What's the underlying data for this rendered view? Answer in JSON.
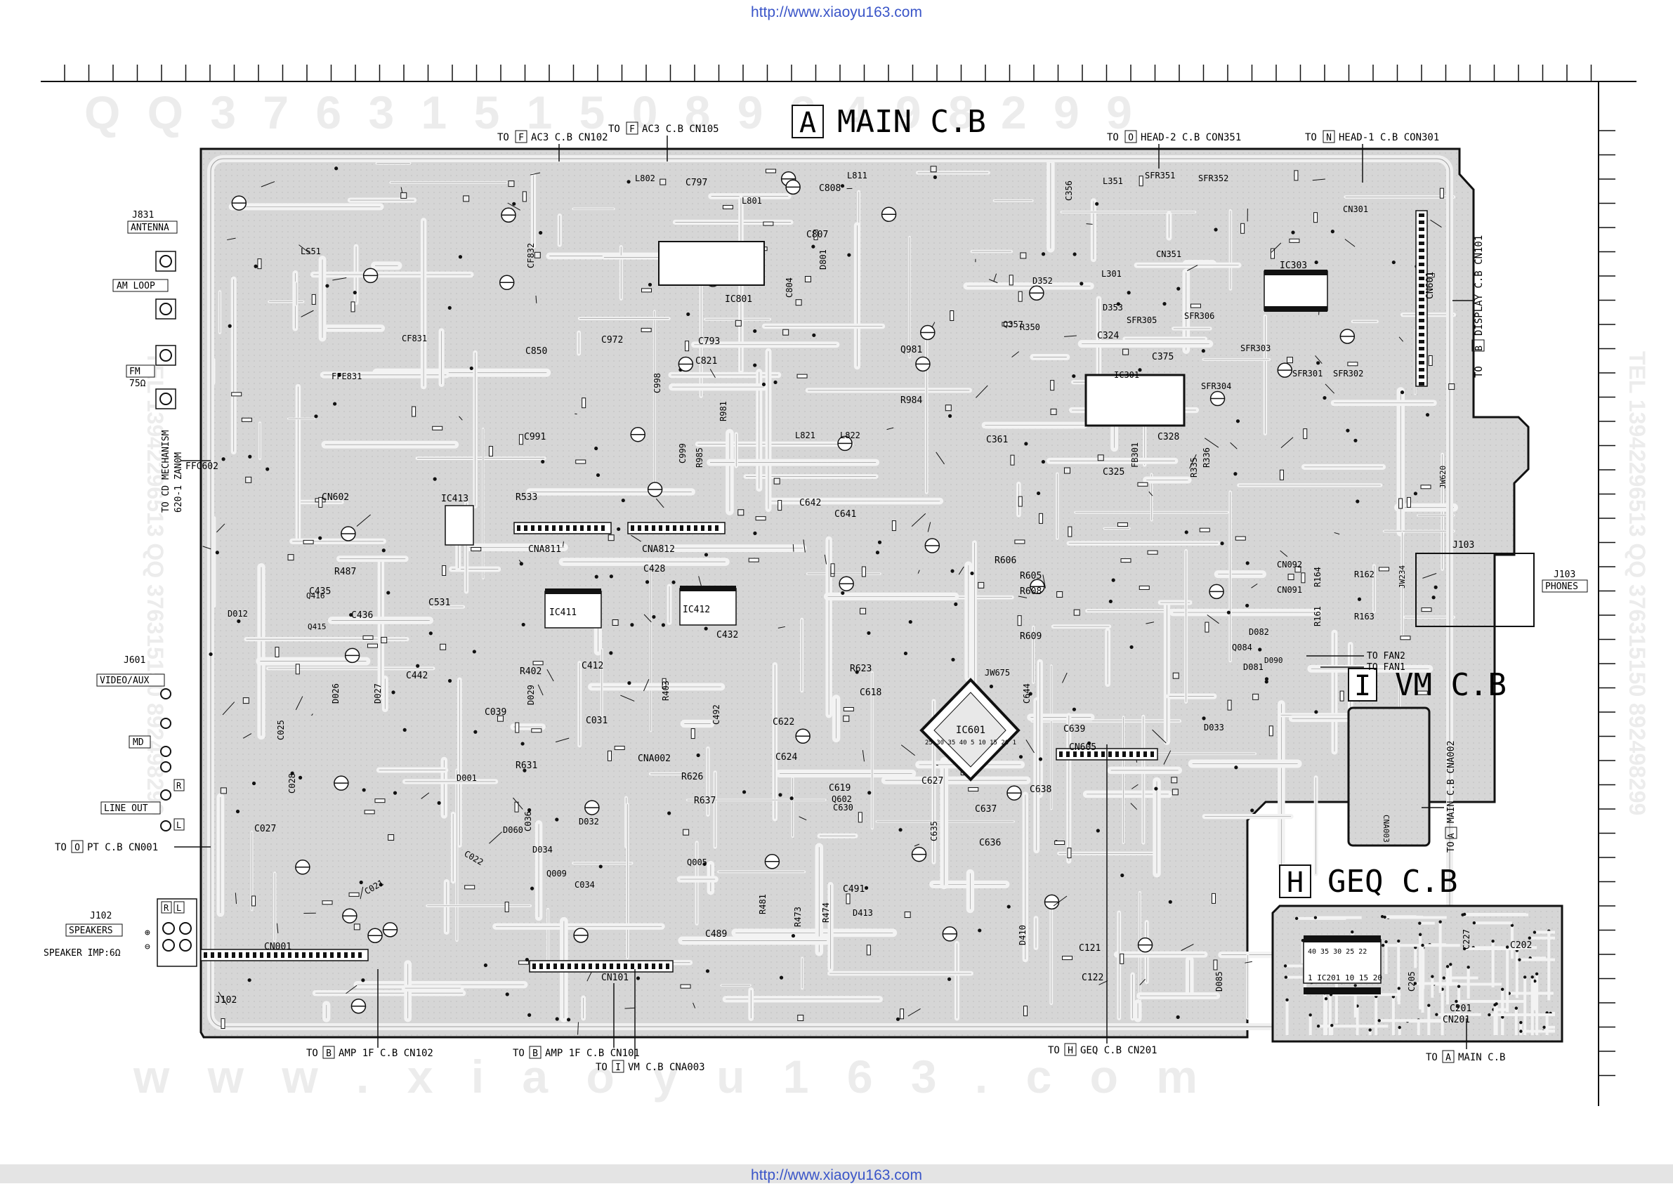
{
  "source_url": "http://www.xiaoyu163.com",
  "watermark": {
    "top_digits": "Q Q 3 7 6 3 1 5 1 5 0 8 9 2 4 9 8 2 9 9",
    "bottom_url": "w w w . x i a o y u 1 6 3 . c o m",
    "side_left": "TEL 13942296513 QQ 376315150 892498299",
    "side_right": "TEL 13942296513 QQ 376315150 892498299"
  },
  "boards": {
    "main": {
      "letter": "A",
      "name": "MAIN C.B"
    },
    "vm": {
      "letter": "I",
      "name": "VM C.B"
    },
    "geq": {
      "letter": "H",
      "name": "GEQ C.B"
    }
  },
  "top_callouts": [
    {
      "prefix": "TO",
      "letter": "F",
      "text": "AC3 C.B CN102"
    },
    {
      "prefix": "TO",
      "letter": "F",
      "text": "AC3 C.B CN105"
    },
    {
      "prefix": "TO",
      "letter": "O",
      "text": "HEAD-2 C.B CON351"
    },
    {
      "prefix": "TO",
      "letter": "N",
      "text": "HEAD-1 C.B CON301"
    }
  ],
  "bottom_callouts": [
    {
      "prefix": "TO",
      "letter": "B",
      "text": "AMP 1F C.B CN102"
    },
    {
      "prefix": "TO",
      "letter": "B",
      "text": "AMP 1F C.B CN101"
    },
    {
      "prefix": "TO",
      "letter": "I",
      "text": "VM C.B CNA003"
    },
    {
      "prefix": "TO",
      "letter": "H",
      "text": "GEQ C.B CN201"
    },
    {
      "prefix": "TO",
      "letter": "A",
      "text": "MAIN C.B"
    }
  ],
  "side_callouts": {
    "display": {
      "prefix": "TO",
      "letter": "B",
      "text": "DISPLAY C.B CN101"
    },
    "vm_to_main": {
      "prefix": "TO",
      "letter": "A",
      "text": "MAIN C.B CNA002"
    },
    "pt": {
      "prefix": "TO",
      "letter": "O",
      "text": "PT C.B CN001"
    },
    "cd_mech_1": "TO CD MECHANISM",
    "cd_mech_2": "620-1 ZAN0M",
    "ffc": "FFC602",
    "fan2": "TO FAN2",
    "fan1": "TO FAN1"
  },
  "jacks": {
    "j831": "J831",
    "antenna": "ANTENNA",
    "am_loop": "AM LOOP",
    "fm": "FM",
    "fm_ohm": "75Ω",
    "j601": "J601",
    "video_aux": "VIDEO/AUX",
    "md": "MD",
    "r": "R",
    "l": "L",
    "line_out": "LINE OUT",
    "j102": "J102",
    "speakers": "SPEAKERS",
    "speaker_imp": "SPEAKER IMP:6Ω",
    "j102b": "J102",
    "j103": "J103",
    "phones": "PHONES",
    "plus": "⊕",
    "minus": "⊖"
  },
  "components": {
    "ic601": "IC601",
    "ic801": "IC801",
    "ic411": "IC411",
    "ic412": "IC412",
    "ic413": "IC413",
    "ic303": "IC303",
    "ic201": "IC201",
    "ic301": "IC301",
    "cn001": "CN001",
    "cn101": "CN101",
    "cn601": "CN601",
    "cn602": "CN602",
    "cn605": "CN605",
    "cna002": "CNA002",
    "cna003": "CNA003",
    "cna811": "CNA811",
    "cna812": "CNA812",
    "cn201": "CN201",
    "cn301": "CN301",
    "cn351": "CN351",
    "cn091": "CN091",
    "cn092": "CN092",
    "ffe831": "FFE831",
    "ls51": "LS51",
    "l802": "L802",
    "l801": "L801",
    "l811": "L811",
    "l351": "L351",
    "l301": "L301",
    "l821": "L821",
    "l822": "L822",
    "sfr351": "SFR351",
    "sfr352": "SFR352",
    "sfr305": "SFR305",
    "sfr306": "SFR306",
    "sfr303": "SFR303",
    "sfr301": "SFR301",
    "sfr302": "SFR302",
    "sfr304": "SFR304",
    "cf831": "CF831",
    "cf832": "CF832",
    "jw620": "JW620",
    "jw675": "JW675",
    "jw234": "JW234",
    "q981": "Q981",
    "q357": "Q357",
    "q084": "Q084",
    "q415": "Q415",
    "q416": "Q416",
    "q009": "Q009",
    "q005": "Q005",
    "q602": "Q602",
    "d001": "D001",
    "d012": "D012",
    "d029": "D029",
    "d060": "D060",
    "d033": "D033",
    "d413": "D413",
    "d410": "D410",
    "d085": "D085",
    "r606": "R606",
    "r605": "R605",
    "r608": "R608",
    "r609": "R609",
    "r623": "R623",
    "r626": "R626",
    "r637": "R637",
    "r631": "R631",
    "r402": "R402",
    "r403": "R403",
    "r487": "R487",
    "r533": "R533",
    "r473": "R473",
    "r474": "R474",
    "r481": "R481",
    "r984": "R984",
    "r985": "R985",
    "r981": "R981",
    "r336": "R336",
    "r335": "R335",
    "r350": "R350",
    "r164": "R164",
    "r162": "R162",
    "r161": "R161",
    "r163": "R163",
    "c435": "C435",
    "c436": "C436",
    "c442": "C442",
    "c428": "C428",
    "c432": "C432",
    "c412": "C412",
    "c531": "C531",
    "c039": "C039",
    "c031": "C031",
    "c036": "C036",
    "c034": "C034",
    "c027": "C027",
    "c021": "C021",
    "c022": "C022",
    "c025": "C025",
    "c028": "C028",
    "c642": "C642",
    "c641": "C641",
    "c618": "C618",
    "c622": "C622",
    "c624": "C624",
    "c619": "C619",
    "c630": "C630",
    "c627": "C627",
    "c637": "C637",
    "c636": "C636",
    "c635": "C635",
    "c638": "C638",
    "c639": "C639",
    "c644": "C644",
    "c489": "C489",
    "c491": "C491",
    "c492": "C492",
    "c121": "C121",
    "c122": "C122",
    "c850": "C850",
    "c821": "C821",
    "c793": "C793",
    "c972": "C972",
    "c797": "C797",
    "c808": "C808",
    "c807": "C807",
    "c804": "C804",
    "c324": "C324",
    "c325": "C325",
    "c328": "C328",
    "c375": "C375",
    "c356": "C356",
    "c361": "C361",
    "c991": "C991",
    "c999": "C999",
    "c998": "C998",
    "c205": "C205",
    "c201": "C201",
    "c202": "C202",
    "c227": "C227",
    "fb301": "FB301",
    "d352": "D352",
    "d353": "D353",
    "d801": "D801",
    "d032": "D032",
    "d034": "D034",
    "d027": "D027",
    "d026": "D026",
    "d081": "D081",
    "d082": "D082",
    "d090": "D090"
  },
  "geq_ic_pins": "1 IC201 10 15 20",
  "geq_ic_pins_top": "40 35 30 25 22",
  "ic601_pins": "25 30 35 40 5 10 15 20 1",
  "colors": {
    "board_fill": "#d6d6d6",
    "board_outline": "#111111",
    "trace_light": "#f4f4f4",
    "trace_dark": "#9a9a9a",
    "ink": "#111111",
    "url_blue": "#3a55c8"
  }
}
